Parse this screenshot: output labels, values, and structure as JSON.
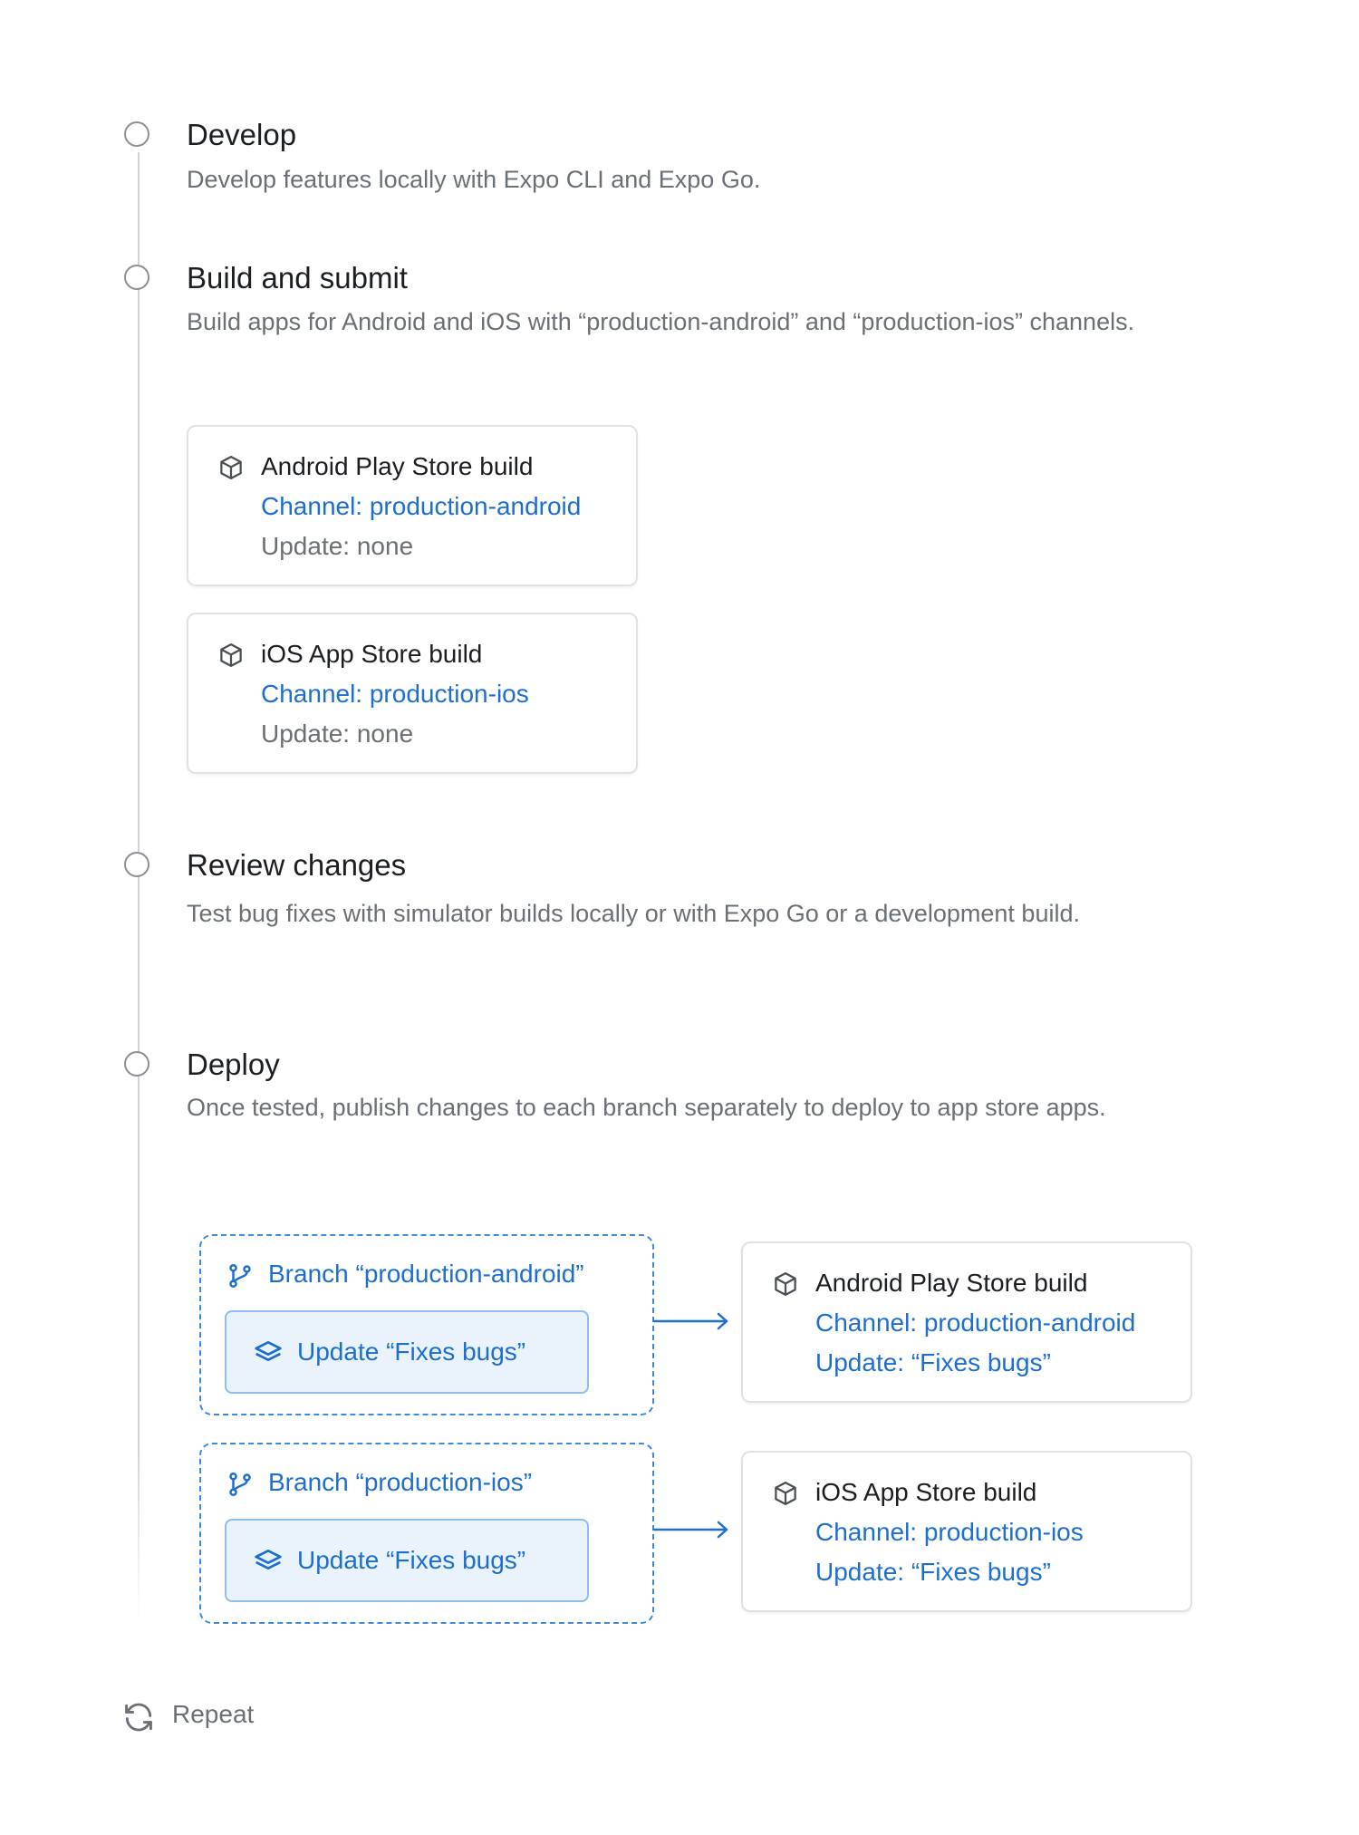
{
  "steps": [
    {
      "title": "Develop",
      "description": "Develop features locally with Expo CLI and Expo Go."
    },
    {
      "title": "Build and submit",
      "description": "Build apps for Android and iOS with “production-android” and “production-ios” channels."
    },
    {
      "title": "Review changes",
      "description": "Test bug fixes with simulator builds locally or with Expo Go or a development build."
    },
    {
      "title": "Deploy",
      "description": "Once tested, publish changes to each branch separately to deploy to app store apps."
    }
  ],
  "build_cards": [
    {
      "title": "Android Play Store build",
      "channel": "Channel: production-android",
      "update": "Update: none"
    },
    {
      "title": "iOS App Store build",
      "channel": "Channel: production-ios",
      "update": "Update: none"
    }
  ],
  "branches": [
    {
      "label": "Branch “production-android”",
      "update": "Update “Fixes bugs”"
    },
    {
      "label": "Branch “production-ios”",
      "update": "Update “Fixes bugs”"
    }
  ],
  "deploy_cards": [
    {
      "title": "Android Play Store build",
      "channel": "Channel: production-android",
      "update": "Update: “Fixes bugs”"
    },
    {
      "title": "iOS App Store build",
      "channel": "Channel: production-ios",
      "update": "Update: “Fixes bugs”"
    }
  ],
  "repeat": {
    "label": "Repeat",
    "icon": "refresh-icon"
  },
  "icons": {
    "card": "package-box-icon",
    "branch": "git-branch-icon",
    "update": "layers-icon",
    "arrow": "arrow-right-icon"
  },
  "colors": {
    "accent": "#1c6fd1",
    "muted_text": "#6a7076",
    "timeline": "#cfd3d7",
    "update_fill": "#eaf3fc"
  }
}
